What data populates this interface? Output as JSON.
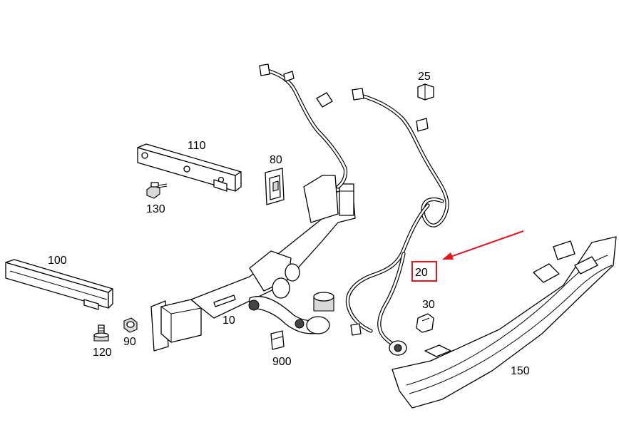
{
  "diagram": {
    "part_labels": {
      "p10": "10",
      "p20": "20",
      "p25": "25",
      "p30": "30",
      "p80": "80",
      "p90": "90",
      "p100": "100",
      "p110": "110",
      "p120": "120",
      "p130": "130",
      "p150": "150",
      "p900": "900"
    },
    "highlighted_part": "20",
    "colors": {
      "line": "#000000",
      "background": "#ffffff",
      "highlight": "#e8141c"
    }
  }
}
